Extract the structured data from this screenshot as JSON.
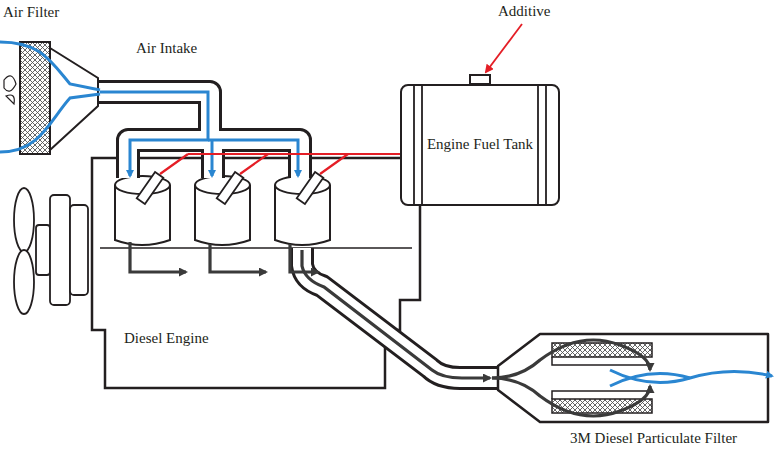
{
  "diagram": {
    "nodes": [
      {
        "text": [
          "Engine Fuel Tank"
        ]
      }
    ],
    "labels": [
      "Air Filter",
      "Air Intake",
      "Additive",
      "Diesel Engine",
      "3M Diesel Particulate Filter"
    ]
  }
}
